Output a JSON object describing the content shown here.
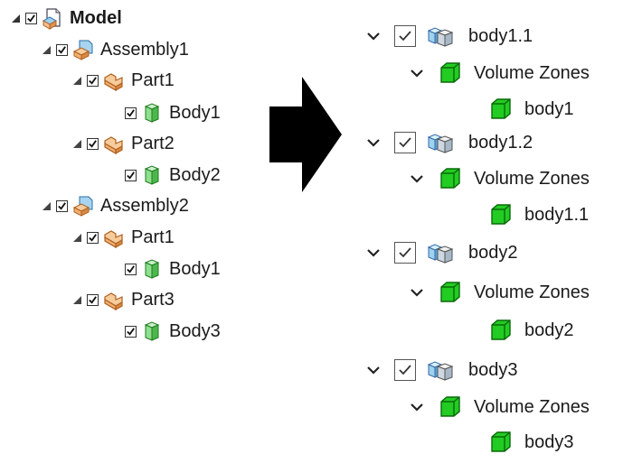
{
  "left_tree": [
    {
      "label": "Model",
      "bold": true,
      "icon": "model-icon",
      "expandable": true,
      "checked": true
    },
    {
      "label": "Assembly1",
      "bold": false,
      "icon": "assembly-icon",
      "expandable": true,
      "checked": true
    },
    {
      "label": "Part1",
      "bold": false,
      "icon": "part-icon",
      "expandable": true,
      "checked": true
    },
    {
      "label": "Body1",
      "bold": false,
      "icon": "body-icon",
      "expandable": false,
      "checked": true
    },
    {
      "label": "Part2",
      "bold": false,
      "icon": "part-icon",
      "expandable": true,
      "checked": true
    },
    {
      "label": "Body2",
      "bold": false,
      "icon": "body-icon",
      "expandable": false,
      "checked": true
    },
    {
      "label": "Assembly2",
      "bold": false,
      "icon": "assembly-icon",
      "expandable": true,
      "checked": true
    },
    {
      "label": "Part1",
      "bold": false,
      "icon": "part-icon",
      "expandable": true,
      "checked": true
    },
    {
      "label": "Body1",
      "bold": false,
      "icon": "body-icon",
      "expandable": false,
      "checked": true
    },
    {
      "label": "Part3",
      "bold": false,
      "icon": "part-icon",
      "expandable": true,
      "checked": true
    },
    {
      "label": "Body3",
      "bold": false,
      "icon": "body-icon",
      "expandable": false,
      "checked": true
    }
  ],
  "right_tree": [
    {
      "label": "body1.1",
      "type": "body",
      "checked": true
    },
    {
      "label": "Volume Zones",
      "type": "zones"
    },
    {
      "label": "body1",
      "type": "zone"
    },
    {
      "label": "body1.2",
      "type": "body",
      "checked": true
    },
    {
      "label": "Volume Zones",
      "type": "zones"
    },
    {
      "label": "body1.1",
      "type": "zone"
    },
    {
      "label": "body2",
      "type": "body",
      "checked": true
    },
    {
      "label": "Volume Zones",
      "type": "zones"
    },
    {
      "label": "body2",
      "type": "zone"
    },
    {
      "label": "body3",
      "type": "body",
      "checked": true
    },
    {
      "label": "Volume Zones",
      "type": "zones"
    },
    {
      "label": "body3",
      "type": "zone"
    }
  ],
  "colors": {
    "zone_green": "#22cc22",
    "zone_green_dark": "#0a6a0a",
    "part_orange": "#e8a060",
    "body_green": "#8ee08e",
    "arrow": "#000000"
  }
}
